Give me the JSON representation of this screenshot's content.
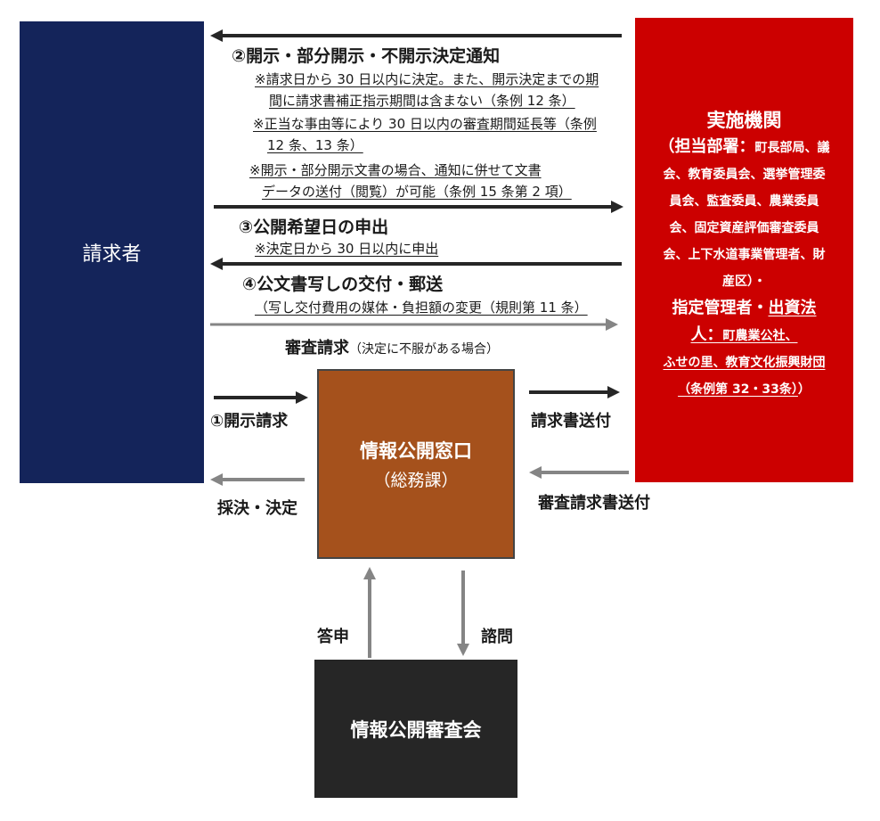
{
  "requester": {
    "label": "請求者"
  },
  "agency": {
    "title": "実施機関",
    "line1_head": "（担当部署：",
    "line1_rest": "町長部局、議",
    "line2": "会、教育委員会、選挙管理委",
    "line3": "員会、監査委員、農業委員",
    "line4": "会、固定資産評価審査委員",
    "line5": "会、上下水道事業管理者、財",
    "line6": "産区）・",
    "line7_a": "指定管理者・",
    "line7_b": "出資法",
    "line8_a": "人：",
    "line8_b": "町農業公社、",
    "line9": "ふせの里、教育文化振興財団",
    "line10": "（条例第 32・33条）",
    "line10_end": "）"
  },
  "office": {
    "title": "情報公開窓口",
    "subtitle": "（総務課）"
  },
  "council": {
    "label": "情報公開審査会"
  },
  "flows": {
    "decision_notice": "②開示・部分開示・不開示決定通知",
    "notice_note1_l1": "※請求日から 30 日以内に決定。また、開示決定までの期",
    "notice_note1_l2": "間に請求書補正指示期間は含まない（条例 12 条）",
    "notice_note2_l1": "※正当な事由等により 30 日以内の審査期間延長等（条例",
    "notice_note2_l2": "12 条、13 条）",
    "notice_note3_l1": "※開示・部分開示文書の場合、通知に併せて文書",
    "notice_note3_l2": "データの送付（閲覧）が可能（条例 15 条第 2 項）",
    "desired_date": "③公開希望日の申出",
    "desired_date_note": "※決定日から 30 日以内に申出",
    "delivery": "④公文書写しの交付・郵送",
    "delivery_note": "（写し交付費用の媒体・負担額の変更（規則第 11 条）",
    "review_request": "審査請求",
    "review_request_note": "（決定に不服がある場合）",
    "disclosure_request": "①開示請求",
    "judgment": "採決・決定",
    "send_request": "請求書送付",
    "send_review": "審査請求書送付",
    "report": "答申",
    "consult": "諮問"
  },
  "colors": {
    "requester": "#14245a",
    "agency": "#cc0000",
    "office": "#a5511c",
    "council": "#262626",
    "arrow_dark": "#262626",
    "arrow_gray": "#858585"
  }
}
